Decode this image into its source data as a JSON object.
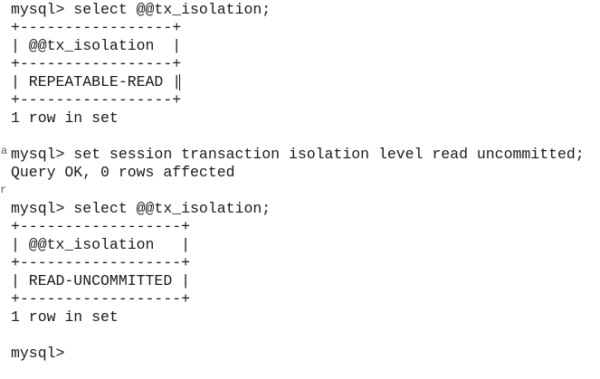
{
  "terminal": {
    "lines": [
      "mysql> select @@tx_isolation;",
      "+-----------------+",
      "| @@tx_isolation  |",
      "+-----------------+",
      "| REPEATABLE-READ |",
      "+-----------------+",
      "1 row in set",
      "",
      "mysql> set session transaction isolation level read uncommitted;",
      "Query OK, 0 rows affected",
      "",
      "mysql> select @@tx_isolation;",
      "+------------------+",
      "| @@tx_isolation   |",
      "+------------------+",
      "| READ-UNCOMMITTED |",
      "+------------------+",
      "1 row in set",
      "",
      "mysql>"
    ],
    "stray_chars": [
      "a",
      "r"
    ]
  }
}
